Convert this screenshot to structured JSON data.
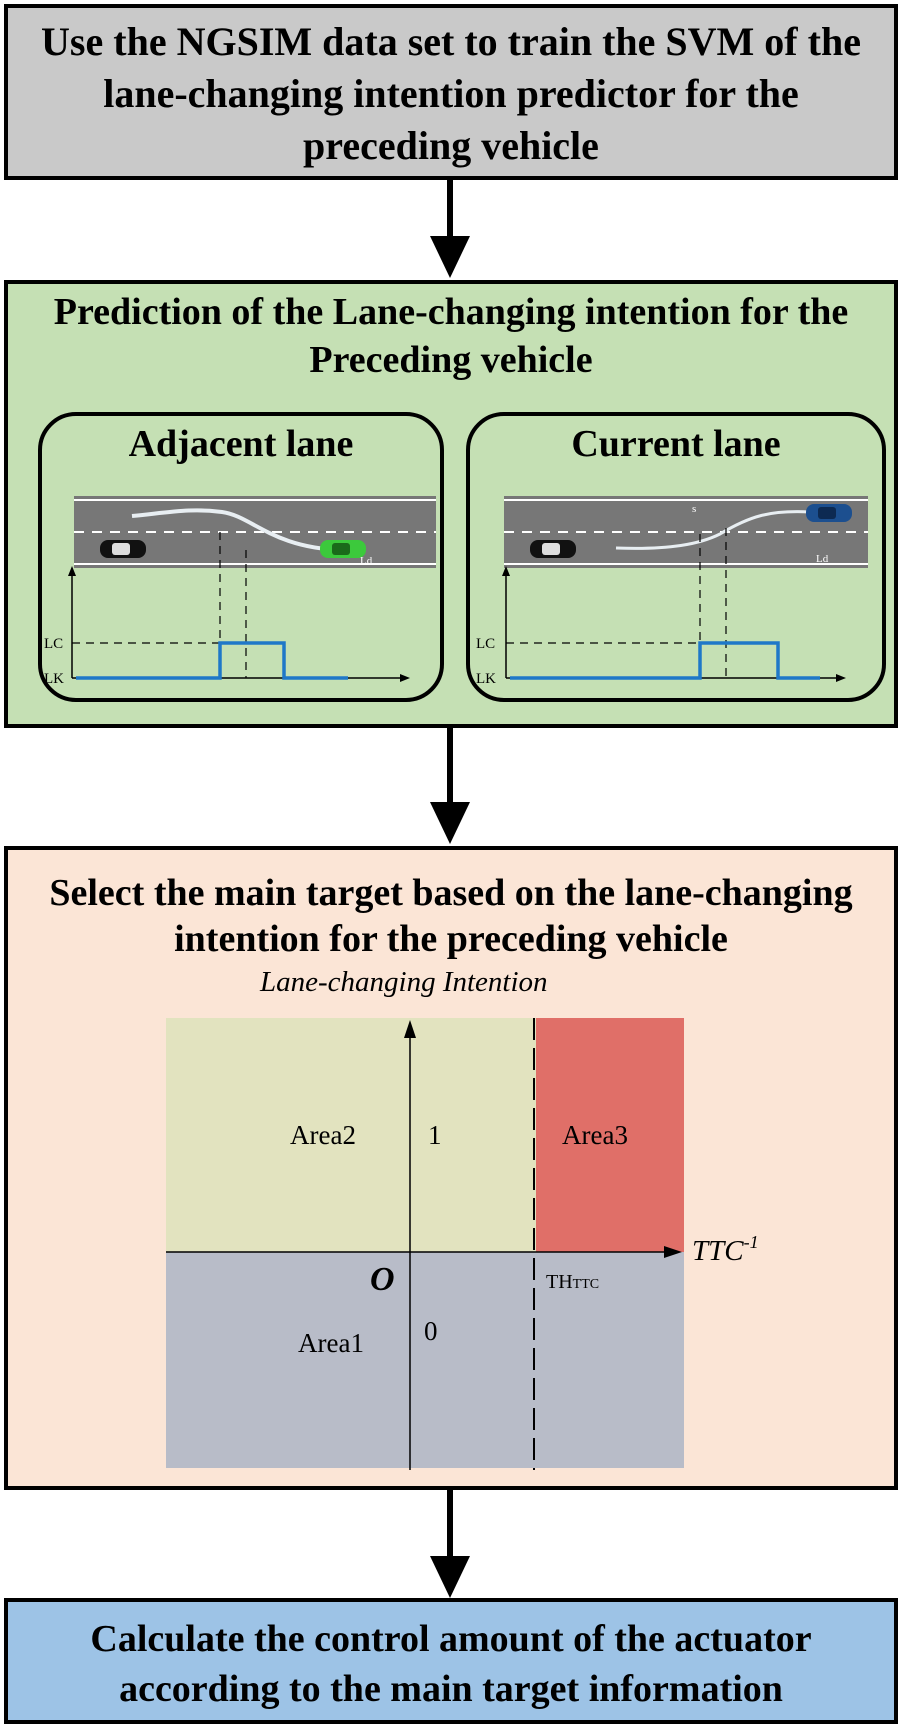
{
  "colors": {
    "box1_fill": "#c9c9c9",
    "box2_fill": "#c5e0b4",
    "box3_fill": "#fbe5d6",
    "box4_fill": "#9dc3e6",
    "area1": "#b8bcc8",
    "area2": "#e2e3bf",
    "area3": "#e06f68",
    "signal": "#1f78c8"
  },
  "step1": {
    "text": "Use the NGSIM data set to train the SVM of the lane-changing intention predictor for the preceding vehicle"
  },
  "step2": {
    "title": "Prediction of the Lane-changing intention for the Preceding vehicle",
    "adjacent": {
      "title": "Adjacent lane",
      "lc": "LC",
      "lk": "LK",
      "road_label": "Ld"
    },
    "current": {
      "title": "Current lane",
      "lc": "LC",
      "lk": "LK",
      "road_label_top": "s",
      "road_label": "Ld"
    }
  },
  "step3": {
    "title": "Select the main target based on the lane-changing intention for the preceding vehicle",
    "y_axis_label": "Lane-changing Intention",
    "x_axis_label": "TTC",
    "x_axis_sup": "-1",
    "origin": "O",
    "threshold_main": "TH",
    "threshold_sub": "TTC",
    "area1": "Area1",
    "area2": "Area2",
    "area3": "Area3",
    "val_one": "1",
    "val_zero": "0"
  },
  "step4": {
    "text": "Calculate the control amount of the actuator according to the main target information"
  }
}
